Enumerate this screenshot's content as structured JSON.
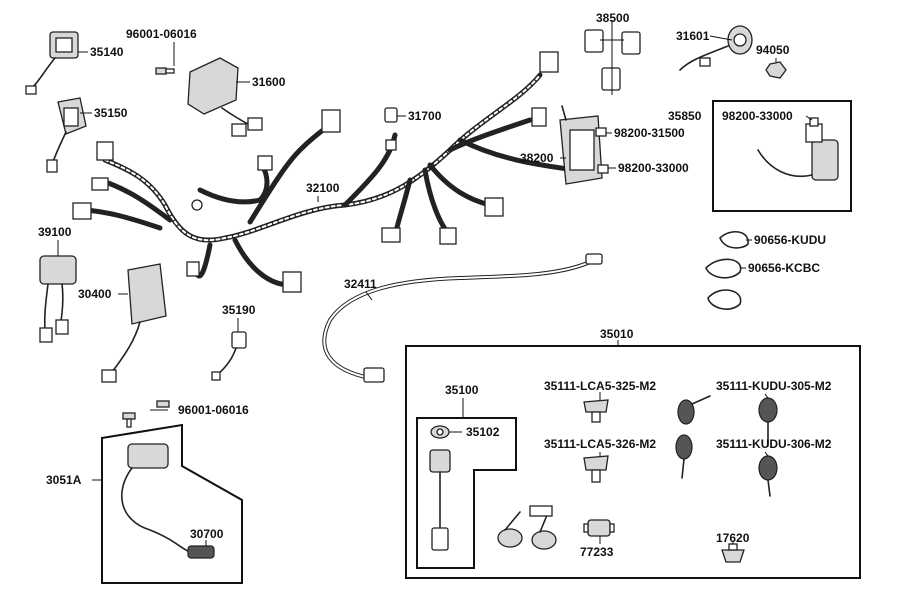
{
  "labels": {
    "p35140": "35140",
    "p96001a": "96001-06016",
    "p31600": "31600",
    "p35150": "35150",
    "p38500": "38500",
    "p31601": "31601",
    "p94050": "94050",
    "p31700": "31700",
    "p35850": "35850",
    "p98200_33000_top": "98200-33000",
    "p98200_31500": "98200-31500",
    "p38200": "38200",
    "p98200_33000_side": "98200-33000",
    "p32100": "32100",
    "p39100": "39100",
    "p90656_kudu": "90656-KUDU",
    "p90656_kcbc": "90656-KCBC",
    "p30400": "30400",
    "p32411": "32411",
    "p35190": "35190",
    "p35010": "35010",
    "p35100": "35100",
    "p35111_lca5_325": "35111-LCA5-325-M2",
    "p35111_kudu_305": "35111-KUDU-305-M2",
    "p96001b": "96001-06016",
    "p35102": "35102",
    "p35111_lca5_326": "35111-LCA5-326-M2",
    "p35111_kudu_306": "35111-KUDU-306-M2",
    "p3051A": "3051A",
    "p30700": "30700",
    "p77233": "77233",
    "p17620": "17620"
  }
}
